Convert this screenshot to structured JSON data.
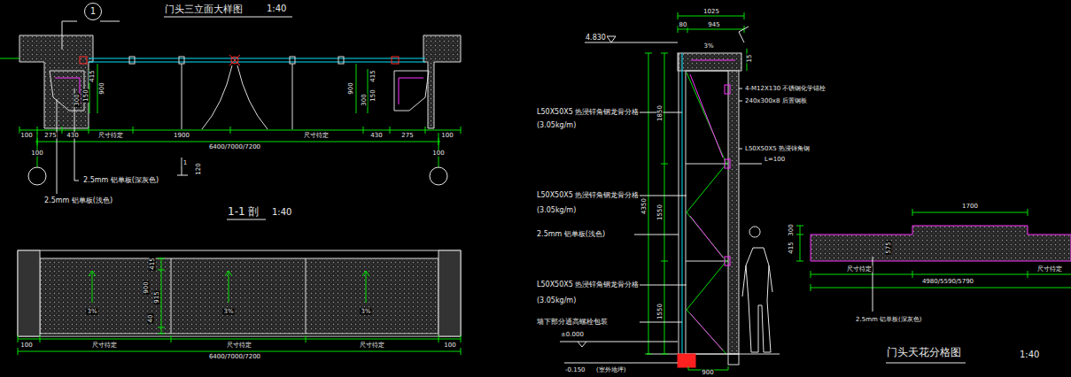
{
  "diagram": {
    "title": "门头三立面大样图",
    "nodes": [
      {
        "text": [
          "1"
        ]
      }
    ],
    "labels": [
      "1:40",
      "100",
      "275",
      "430",
      "尺寸待定",
      "1900",
      "尺寸待定",
      "430",
      "275",
      "100",
      "6400/7000/7200",
      "100",
      "100",
      "415",
      "150",
      "300",
      "900",
      "900",
      "415",
      "300",
      "150",
      "2.5mm 铝单板(深灰色)",
      "2.5mm 铝单板(浅色)",
      "1-1 剖",
      "1:40",
      "1",
      "120",
      "415",
      "900",
      "915",
      "40",
      "3%",
      "3%",
      "3%",
      "100",
      "尺寸待定",
      "尺寸待定",
      "尺寸待定",
      "100",
      "6400/7000/7200",
      "1025",
      "80",
      "945",
      "4.830",
      "3%",
      "15",
      "1850",
      "4350",
      "1550",
      "1550",
      "4-M12X130 不锈钢化学锚栓",
      "240x300x8 后置钢板",
      "L50X50X5 热浸锌角钢",
      "L=100",
      "L50X50X5 热浸锌角钢龙骨分格",
      "(3.05kg/m)",
      "L50X50X5 热浸锌角钢龙骨分格",
      "(3.05kg/m)",
      "2.5mm 铝单板(浅色)",
      "L50X50X5 热浸锌角钢龙骨分格",
      "(3.05kg/m)",
      "墙下部分通高螺栓包装",
      "±0.000",
      "-0.150",
      "(室外地坪)",
      "900",
      "1700",
      "300",
      "415",
      "575",
      "尺寸待定",
      "尺寸待定",
      "4980/5590/5790",
      "2.5mm 铝单板(深灰色)",
      "门头天花分格图",
      "1:40"
    ]
  }
}
